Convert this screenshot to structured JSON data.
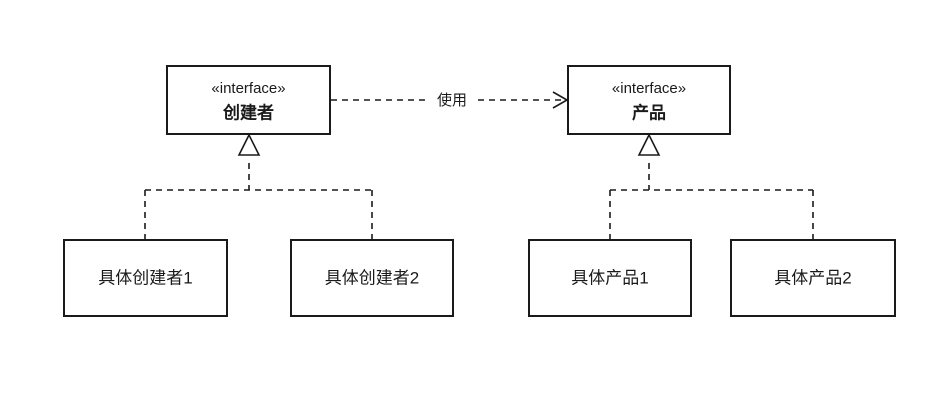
{
  "diagram": {
    "type": "uml-class-diagram",
    "background_color": "#ffffff",
    "line_color": "#1a1a1a",
    "text_color": "#1a1a1a",
    "nodes": {
      "creator_interface": {
        "stereotype": "«interface»",
        "name": "创建者"
      },
      "product_interface": {
        "stereotype": "«interface»",
        "name": "产品"
      },
      "concrete_creator_1": {
        "name": "具体创建者1"
      },
      "concrete_creator_2": {
        "name": "具体创建者2"
      },
      "concrete_product_1": {
        "name": "具体产品1"
      },
      "concrete_product_2": {
        "name": "具体产品2"
      }
    },
    "edges": {
      "dependency": {
        "label": "使用",
        "from": "创建者",
        "to": "产品",
        "style": "dashed-open-arrow"
      },
      "realize_creator": {
        "label": "",
        "style": "dashed-hollow-triangle"
      },
      "realize_product": {
        "label": "",
        "style": "dashed-hollow-triangle"
      }
    }
  }
}
